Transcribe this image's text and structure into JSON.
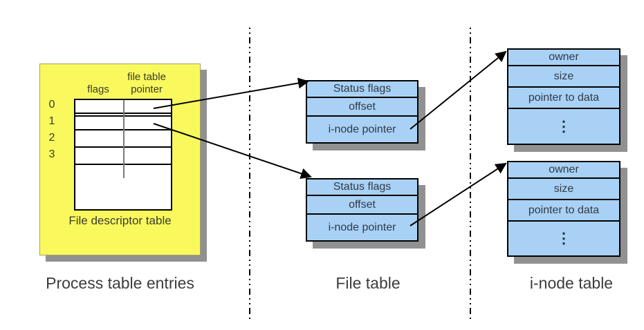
{
  "colors": {
    "panel_yellow": "#f9f95e",
    "box_blue": "#a9d1f5",
    "shadow_gray": "#919191",
    "line_black": "#000000",
    "divider_gray": "#7a7a7a"
  },
  "process_panel": {
    "header_col1": "flags",
    "header_col2_line1": "file table",
    "header_col2_line2": "pointer",
    "row_labels": [
      "0",
      "1",
      "2",
      "3"
    ],
    "table_caption": "File descriptor table",
    "section_caption": "Process table entries"
  },
  "file_table": {
    "section_caption": "File table",
    "rows": [
      "Status flags",
      "offset",
      "i-node pointer"
    ]
  },
  "inode_table": {
    "section_caption": "i-node table",
    "rows": [
      "owner",
      "size",
      "pointer to data"
    ],
    "ellipsis": "⋮"
  }
}
